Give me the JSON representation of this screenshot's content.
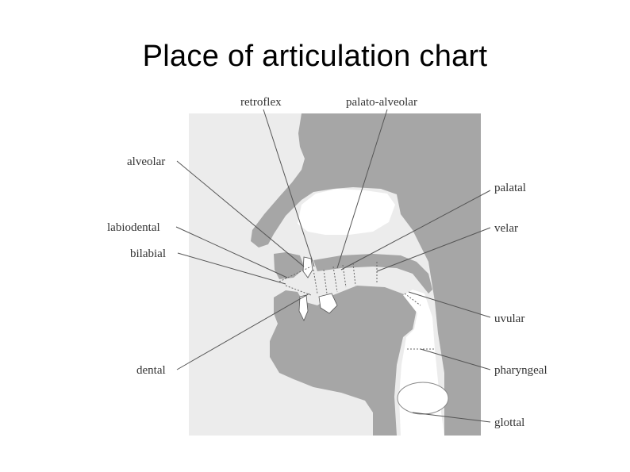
{
  "title": "Place of articulation chart",
  "labels": {
    "retroflex": "retroflex",
    "palato_alveolar": "palato-alveolar",
    "alveolar": "alveolar",
    "palatal": "palatal",
    "labiodental": "labiodental",
    "velar": "velar",
    "bilabial": "bilabial",
    "uvular": "uvular",
    "dental": "dental",
    "pharyngeal": "pharyngeal",
    "glottal": "glottal"
  },
  "colors": {
    "tissue": "#a6a6a6",
    "background_panel": "#ececec",
    "cavity": "#ffffff"
  }
}
